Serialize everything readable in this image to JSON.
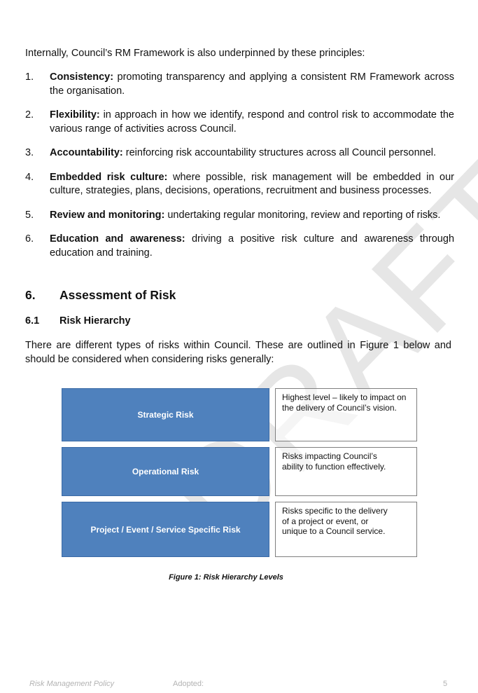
{
  "watermark": "DRAFT",
  "intro": "Internally, Council’s RM Framework is also underpinned by these principles:",
  "principles": [
    {
      "num": "1.",
      "term": "Consistency:",
      "text": " promoting transparency and applying a consistent RM Framework across the organisation."
    },
    {
      "num": "2.",
      "term": "Flexibility:",
      "text": " in approach in how we identify, respond and control risk to accommodate the various range of activities across Council."
    },
    {
      "num": "3.",
      "term": "Accountability:",
      "text": " reinforcing risk accountability structures across all Council personnel."
    },
    {
      "num": "4.",
      "term": "Embedded risk culture:",
      "text": " where possible, risk management will be embedded in our culture, strategies, plans, decisions, operations, recruitment and business processes."
    },
    {
      "num": "5.",
      "term": "Review and monitoring:",
      "text": " undertaking regular monitoring, review and reporting of risks."
    },
    {
      "num": "6.",
      "term": "Education and awareness:",
      "text": " driving a positive risk culture and awareness through education and training."
    }
  ],
  "section": {
    "number": "6.",
    "title": "Assessment of Risk"
  },
  "subsection": {
    "number": "6.1",
    "title": "Risk Hierarchy"
  },
  "paragraph": "There are different types of risks within Council. These are outlined in Figure 1 below and should be considered when considering risks generally:",
  "figure": {
    "levels": [
      {
        "label": "Strategic Risk",
        "description": "Highest level – likely to impact on\nthe delivery of Council’s vision."
      },
      {
        "label": "Operational Risk",
        "description": "Risks impacting Council’s\nability to function effectively."
      },
      {
        "label": "Project / Event / Service Specific Risk",
        "description": "Risks specific to the delivery\nof a project or event, or\nunique to a Council service."
      }
    ],
    "caption": "Figure 1: Risk Hierarchy Levels",
    "box_color": "#4f81bd"
  },
  "footer": {
    "left": "Risk Management Policy",
    "middle": "Adopted:",
    "page": "5"
  }
}
